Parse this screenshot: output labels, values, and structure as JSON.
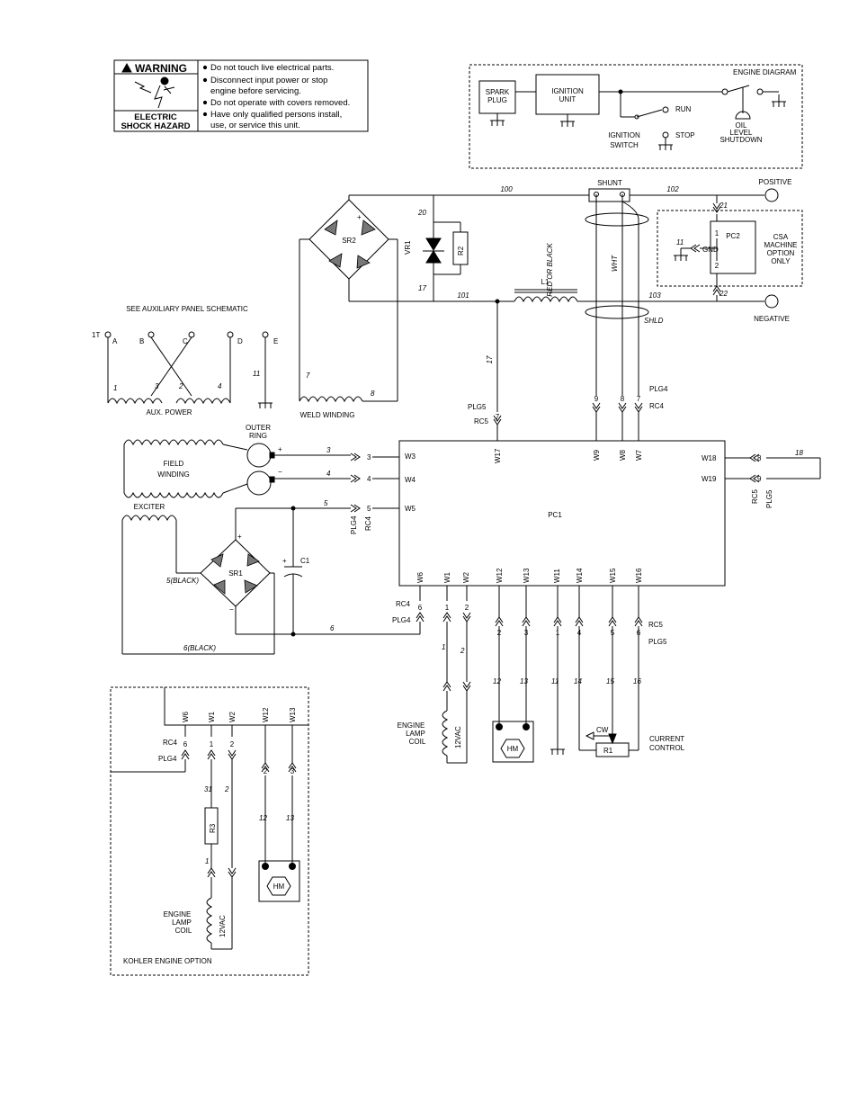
{
  "warning": {
    "title": "WARNING",
    "hazard_line1": "ELECTRIC",
    "hazard_line2": "SHOCK HAZARD",
    "items": [
      "Do not touch live electrical parts.",
      "Disconnect input power or stop",
      "engine before servicing.",
      "Do not operate with covers removed.",
      "Have only qualified persons install,",
      "use, or service this unit."
    ]
  },
  "engine_diagram": {
    "title": "ENGINE  DIAGRAM",
    "spark_plug": [
      "SPARK",
      "PLUG"
    ],
    "ignition_unit": [
      "IGNITION",
      "UNIT"
    ],
    "ignition_switch": [
      "IGNITION",
      "SWITCH"
    ],
    "run": "RUN",
    "stop": "STOP",
    "oil": [
      "OIL",
      "LEVEL",
      "SHUTDOWN"
    ]
  },
  "output": {
    "shunt": "SHUNT",
    "positive": "POSITIVE",
    "negative": "NEGATIVE",
    "l1": "L1",
    "vr1": "VR1",
    "r2": "R2",
    "sr2": "SR2",
    "shld": "SHLD",
    "red_or_black": "RED OR BLACK",
    "wht": "WHT",
    "csa": [
      "CSA",
      "MACHINE",
      "OPTION",
      "ONLY"
    ],
    "pc2": "PC2",
    "gnd": "GND",
    "wires": [
      "100",
      "102",
      "20",
      "17",
      "101",
      "103",
      "21",
      "22",
      "11",
      "1",
      "2",
      "17"
    ]
  },
  "aux": {
    "note": "SEE  AUXILIARY  PANEL  SCHEMATIC",
    "terminal_prefix": "1T",
    "terminals": [
      "A",
      "B",
      "C",
      "D",
      "E"
    ],
    "windings": [
      "1",
      "3",
      "2",
      "4",
      "11"
    ],
    "aux_power": "AUX.  POWER",
    "weld_winding": "WELD  WINDING",
    "weld_wires": [
      "7",
      "8"
    ]
  },
  "field": {
    "field_winding": [
      "FIELD",
      "WINDING"
    ],
    "outer_ring": [
      "OUTER",
      "RING"
    ],
    "plus": "+",
    "minus": "−",
    "exciter": "EXCITER",
    "sr1": "SR1",
    "c1": "C1",
    "black5": "5(BLACK)",
    "black6": "6(BLACK)",
    "wires": [
      "3",
      "4",
      "5",
      "6"
    ]
  },
  "pc1": {
    "label": "PC1",
    "left_pins": [
      "W3",
      "W4",
      "W5"
    ],
    "top_pins": [
      "W17",
      "W9",
      "W8",
      "W7"
    ],
    "right_pins": [
      "W18",
      "W19"
    ],
    "bottom_pins": [
      "W6",
      "W1",
      "W2",
      "W12",
      "W13",
      "W11",
      "W14",
      "W15",
      "W16"
    ]
  },
  "connectors": {
    "plg4": "PLG4",
    "rc4": "RC4",
    "plg5": "PLG5",
    "rc5": "RC5",
    "left_nums": [
      "3",
      "4",
      "5"
    ],
    "top_nums": [
      "7",
      "9",
      "8",
      "7"
    ],
    "right_nums": [
      "8",
      "9"
    ],
    "bottom_nums": [
      "6",
      "1",
      "2",
      "2",
      "3",
      "1",
      "4",
      "5",
      "6"
    ],
    "right_wire": "18"
  },
  "bottom": {
    "wires": [
      "1",
      "2",
      "12",
      "13",
      "11",
      "14",
      "15",
      "16"
    ],
    "engine_lamp_coil": [
      "ENGINE",
      "LAMP",
      "COIL"
    ],
    "vac": "12VAC",
    "hm": "HM",
    "cw": "CW",
    "r1": "R1",
    "current_control": [
      "CURRENT",
      "CONTROL"
    ]
  },
  "kohler": {
    "title": "KOHLER  ENGINE  OPTION",
    "pins": [
      "W6",
      "W1",
      "W2",
      "W12",
      "W13"
    ],
    "nums": [
      "6",
      "1",
      "2",
      "2",
      "3"
    ],
    "rc4": "RC4",
    "plg4": "PLG4",
    "r3": "R3",
    "hm": "HM",
    "wires": [
      "31",
      "2",
      "12",
      "13",
      "1"
    ],
    "coil": [
      "ENGINE",
      "LAMP",
      "COIL"
    ],
    "vac": "12VAC"
  }
}
